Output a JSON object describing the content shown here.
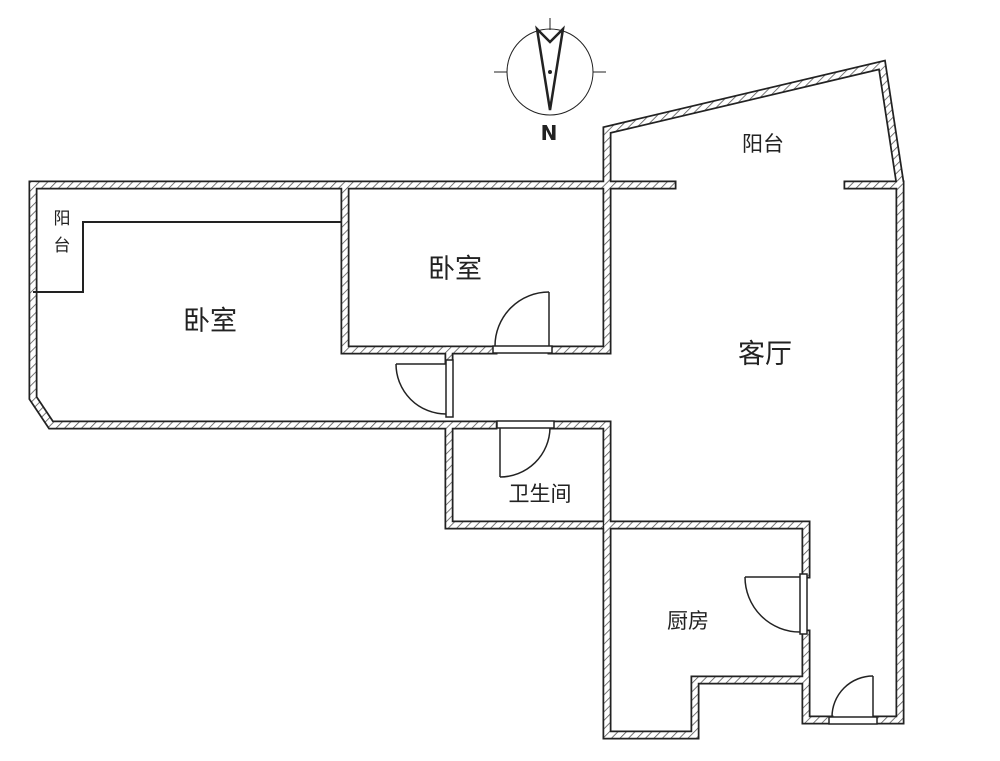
{
  "compass": {
    "north_label": "N"
  },
  "rooms": {
    "balcony_top": "阳台",
    "balcony_left_1": "阳",
    "balcony_left_2": "台",
    "bedroom_small": "卧室",
    "bedroom_large": "卧室",
    "living_room": "客厅",
    "bathroom": "卫生间",
    "kitchen": "厨房"
  },
  "colors": {
    "line": "#222222",
    "background": "#ffffff"
  }
}
